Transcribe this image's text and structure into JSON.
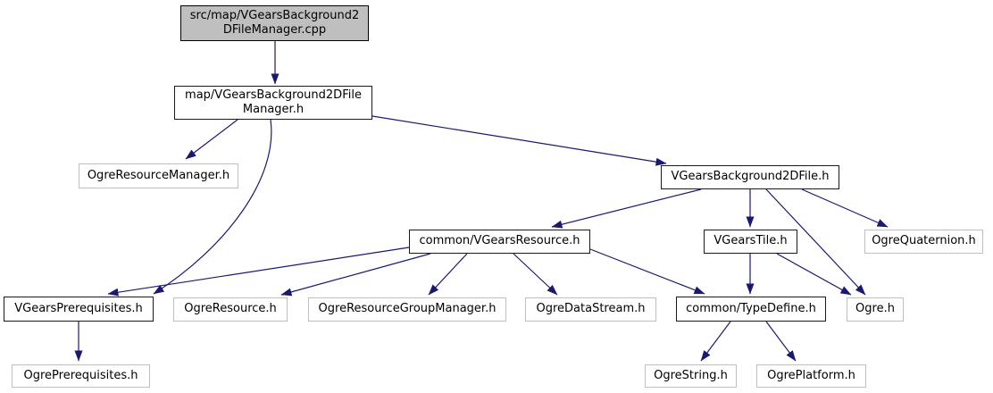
{
  "diagram": {
    "kind": "doxygen-include-dependency-graph",
    "colors": {
      "edge": "#191970",
      "background": "#ffffff",
      "current_fill": "#bfbfbf",
      "internal_border": "#1a1a1a",
      "external_border": "#bfbfbf",
      "text": "#000000"
    },
    "nodes": {
      "cpp": {
        "label": "src/map/VGearsBackground2\nDFileManager.cpp",
        "type": "current"
      },
      "manager_h": {
        "label": "map/VGearsBackground2DFile\nManager.h",
        "type": "internal"
      },
      "ogre_resource_manager": {
        "label": "OgreResourceManager.h",
        "type": "external"
      },
      "bg2dfile": {
        "label": "VGearsBackground2DFile.h",
        "type": "internal"
      },
      "vgears_resource": {
        "label": "common/VGearsResource.h",
        "type": "internal"
      },
      "vgears_tile": {
        "label": "VGearsTile.h",
        "type": "internal"
      },
      "ogre_quaternion": {
        "label": "OgreQuaternion.h",
        "type": "external"
      },
      "vgears_prereq": {
        "label": "VGearsPrerequisites.h",
        "type": "internal"
      },
      "ogre_resource": {
        "label": "OgreResource.h",
        "type": "external"
      },
      "ogre_group_mgr": {
        "label": "OgreResourceGroupManager.h",
        "type": "external"
      },
      "ogre_datastream": {
        "label": "OgreDataStream.h",
        "type": "external"
      },
      "typedefine": {
        "label": "common/TypeDefine.h",
        "type": "internal"
      },
      "ogre_h": {
        "label": "Ogre.h",
        "type": "external"
      },
      "ogre_prereq": {
        "label": "OgrePrerequisites.h",
        "type": "external"
      },
      "ogre_string": {
        "label": "OgreString.h",
        "type": "external"
      },
      "ogre_platform": {
        "label": "OgrePlatform.h",
        "type": "external"
      }
    },
    "edges": [
      {
        "from": "cpp",
        "to": "manager_h"
      },
      {
        "from": "manager_h",
        "to": "ogre_resource_manager"
      },
      {
        "from": "manager_h",
        "to": "bg2dfile"
      },
      {
        "from": "manager_h",
        "to": "vgears_prereq"
      },
      {
        "from": "bg2dfile",
        "to": "vgears_resource"
      },
      {
        "from": "bg2dfile",
        "to": "vgears_tile"
      },
      {
        "from": "bg2dfile",
        "to": "ogre_quaternion"
      },
      {
        "from": "bg2dfile",
        "to": "ogre_h"
      },
      {
        "from": "vgears_resource",
        "to": "vgears_prereq"
      },
      {
        "from": "vgears_resource",
        "to": "ogre_resource"
      },
      {
        "from": "vgears_resource",
        "to": "ogre_group_mgr"
      },
      {
        "from": "vgears_resource",
        "to": "ogre_datastream"
      },
      {
        "from": "vgears_resource",
        "to": "typedefine"
      },
      {
        "from": "vgears_tile",
        "to": "typedefine"
      },
      {
        "from": "vgears_tile",
        "to": "ogre_h"
      },
      {
        "from": "typedefine",
        "to": "ogre_string"
      },
      {
        "from": "typedefine",
        "to": "ogre_platform"
      },
      {
        "from": "vgears_prereq",
        "to": "ogre_prereq"
      }
    ]
  }
}
